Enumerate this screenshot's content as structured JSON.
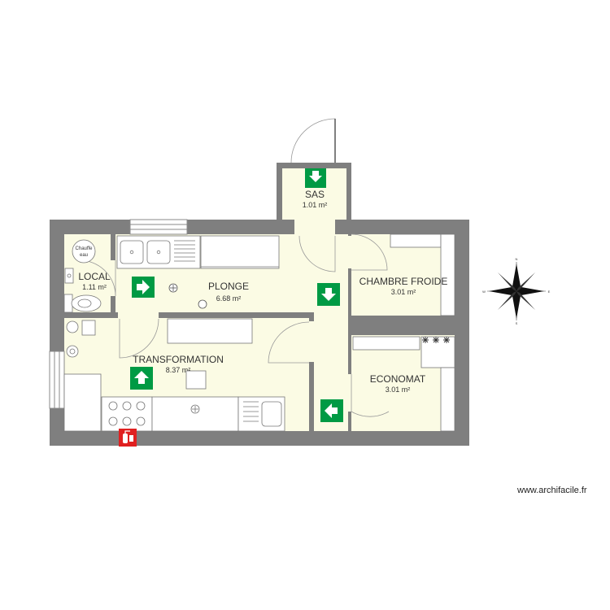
{
  "rooms": {
    "sas": {
      "name": "SAS",
      "area": "1.01 m²"
    },
    "local": {
      "name": "LOCAL",
      "area": "1.11 m²"
    },
    "plonge": {
      "name": "PLONGE",
      "area": "6.68 m²"
    },
    "transformation": {
      "name": "TRANSFORMATION",
      "area": "8.37 m²"
    },
    "chambre_froide": {
      "name": "CHAMBRE FROIDE",
      "area": "3.01 m²"
    },
    "economat": {
      "name": "ECONOMAT",
      "area": "3.01 m²"
    }
  },
  "fixtures": {
    "water_heater_line1": "Chauffe",
    "water_heater_line2": "eau"
  },
  "compass": {
    "n": "N",
    "s": "S",
    "e": "E",
    "w": "W"
  },
  "watermark": "www.archifacile.fr",
  "colors": {
    "wall": "#7f7f7f",
    "floor": "#fbfbe4",
    "exit_sign": "#009a44",
    "extinguisher": "#e02020"
  }
}
